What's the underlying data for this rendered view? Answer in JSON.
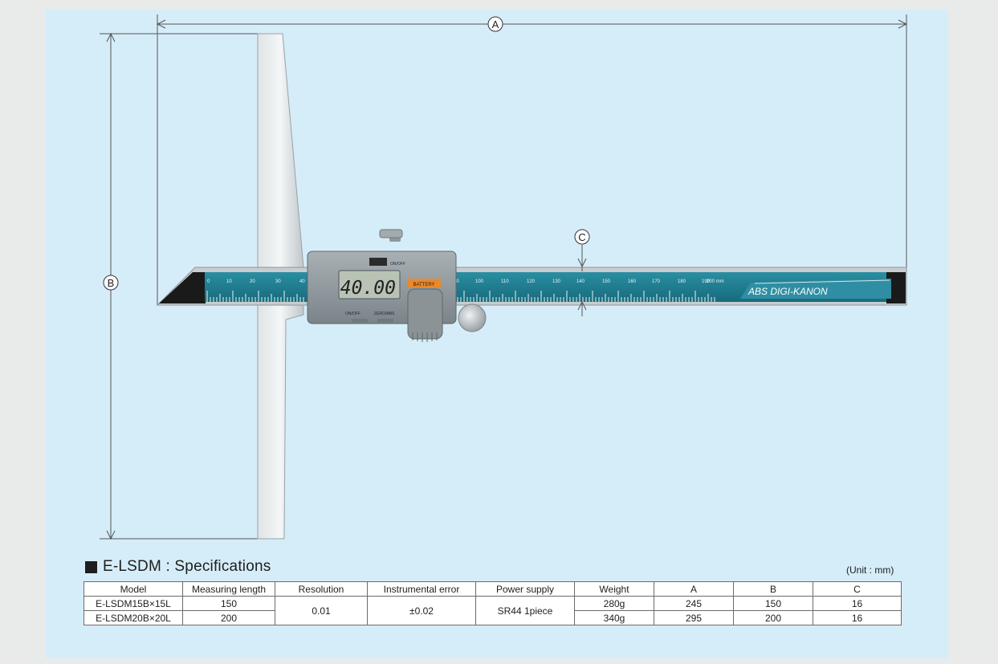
{
  "diagram": {
    "dim_labels": {
      "a": "A",
      "b": "B",
      "c": "C"
    },
    "display_value": "40.00",
    "battery_label": "BATTERY",
    "top_button_label": "ON/OFF",
    "bottom_labels": {
      "left": "ON/OFF",
      "right": "ZERO/ABS"
    },
    "brand_label": "ABS DIGI-KANON",
    "scale_numbers": [
      "0",
      "10",
      "20",
      "30",
      "40",
      "90",
      "100",
      "110",
      "120",
      "130",
      "140",
      "150",
      "160",
      "170",
      "180",
      "190",
      "200 mm"
    ]
  },
  "specs": {
    "title": "E-LSDM : Specifications",
    "unit": "(Unit : mm)",
    "headers": [
      "Model",
      "Measuring length",
      "Resolution",
      "Instrumental error",
      "Power supply",
      "Weight",
      "A",
      "B",
      "C"
    ],
    "rows": [
      {
        "model": "E-LSDM15B×15L",
        "length": "150",
        "weight": "280g",
        "a": "245",
        "b": "150",
        "c": "16"
      },
      {
        "model": "E-LSDM20B×20L",
        "length": "200",
        "weight": "340g",
        "a": "295",
        "b": "200",
        "c": "16"
      }
    ],
    "shared": {
      "resolution": "0.01",
      "error": "±0.02",
      "power": "SR44 1piece"
    }
  },
  "colors": {
    "panel_bg": "#d5edf9",
    "scale_bar": "#1f7f92",
    "battery": "#e8892e"
  }
}
